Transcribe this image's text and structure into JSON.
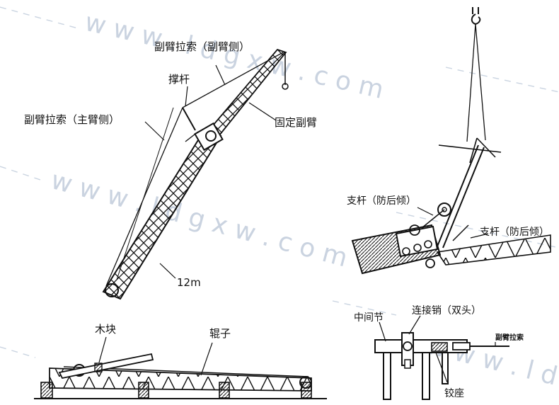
{
  "labels": {
    "fly_jib_tie_jib_side": "副臂拉索（副臂侧）",
    "strut": "撑杆",
    "fly_jib_tie_main_side": "副臂拉索（主臂侧）",
    "fixed_fly_jib": "固定副臂",
    "length_12m": "12m",
    "backstop_upper": "支杆（防后倾）",
    "backstop_lower": "支杆（防后倾）",
    "wood_block": "木块",
    "roller": "辊子",
    "connecting_pin": "连接销（双头）",
    "middle_section": "中间节",
    "fly_jib_tie_small": "副臂拉索",
    "hinge_seat": "铰座"
  },
  "watermark": {
    "text_1": "w w w . l d g x w . c o m",
    "text_2": "w w w . l d g x w . c o m",
    "text_3": "w w w . l d",
    "color": "#9fb0c8"
  }
}
